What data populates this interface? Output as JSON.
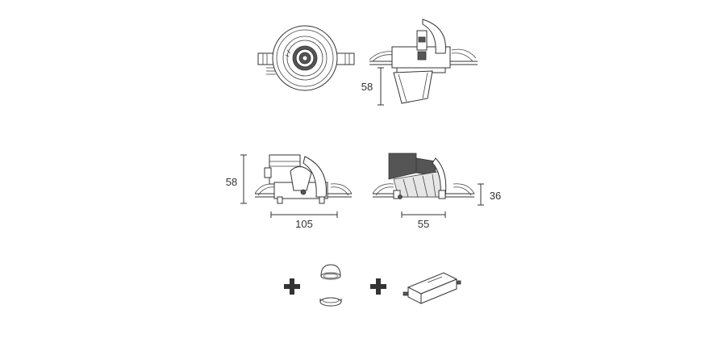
{
  "dimensions": {
    "top_side_height": "58",
    "front_height": "58",
    "front_width": "105",
    "cut_width": "55",
    "cut_height": "36"
  },
  "accessories": {
    "plus_icon": "plus-icon",
    "lens_rings_icon": "lens-ring-icon",
    "driver_icon": "led-driver-icon"
  },
  "colors": {
    "line": "#333333",
    "fill_dark": "#555555"
  }
}
